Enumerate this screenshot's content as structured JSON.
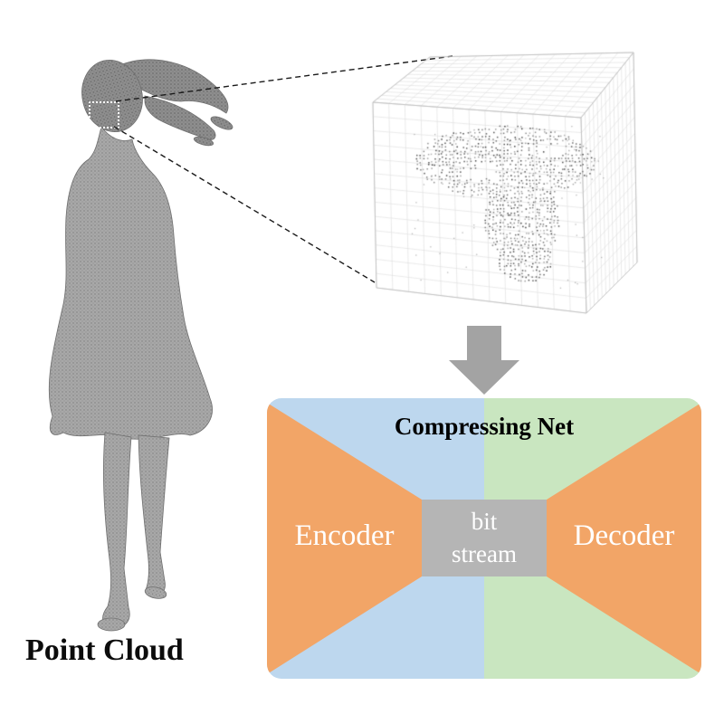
{
  "point_cloud": {
    "label": "Point Cloud"
  },
  "compressing_net": {
    "title": "Compressing Net",
    "encoder_label": "Encoder",
    "decoder_label": "Decoder",
    "bitstream_line1": "bit",
    "bitstream_line2": "stream",
    "colors": {
      "encoder_bg": "#bdd7ee",
      "decoder_bg": "#c9e6c0",
      "funnel": "#f2a567",
      "bitstream_bg": "#b5b5b5"
    }
  },
  "arrow": {
    "color": "#a3a3a3"
  }
}
